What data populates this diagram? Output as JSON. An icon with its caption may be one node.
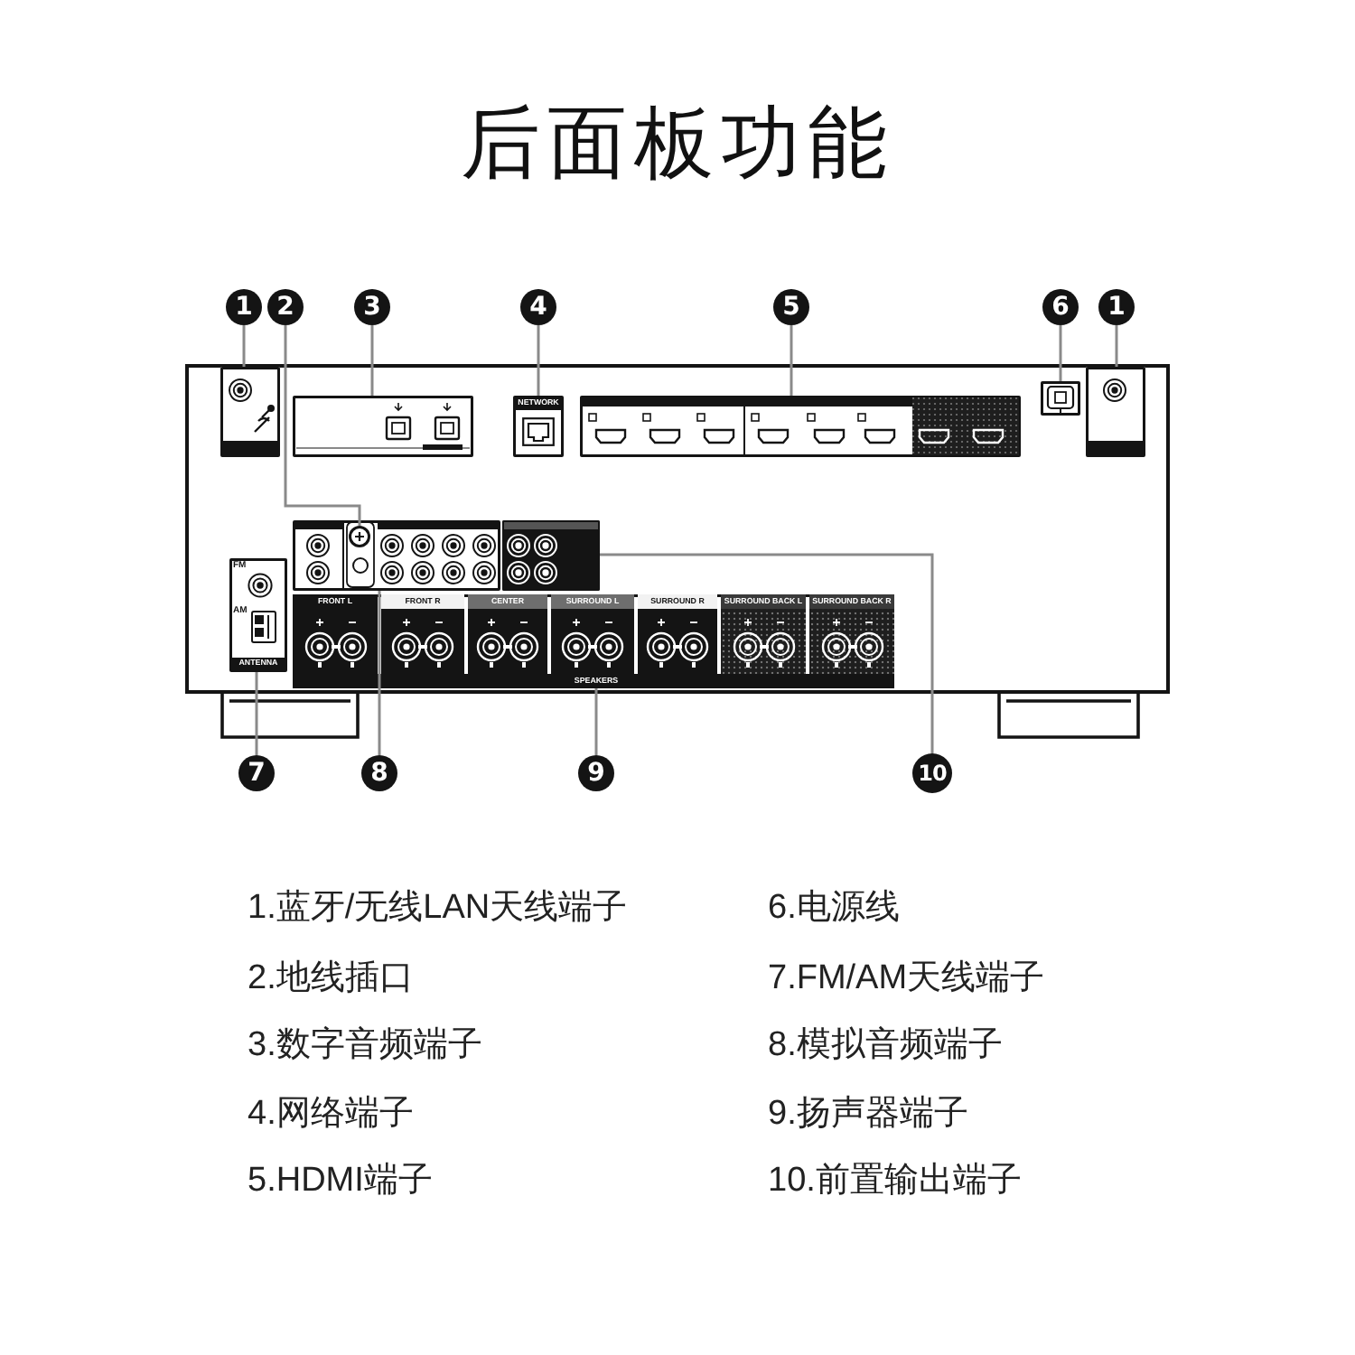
{
  "diagram": {
    "title": "后面板功能",
    "nodes": [
      {
        "text": [
          "1"
        ]
      },
      {
        "text": [
          "2"
        ]
      },
      {
        "text": [
          "3"
        ]
      },
      {
        "text": [
          "4"
        ]
      },
      {
        "text": [
          "5"
        ]
      },
      {
        "text": [
          "6"
        ]
      },
      {
        "text": [
          "1"
        ]
      },
      {
        "text": [],
        "shape": "box"
      },
      {
        "text": [],
        "shape": "box"
      },
      {
        "text": [
          "NETWORK"
        ]
      },
      {
        "text": [],
        "shape": "box"
      },
      {
        "text": [],
        "shape": "box"
      },
      {
        "text": [],
        "shape": "box"
      },
      {
        "text": [
          "FM",
          "AM",
          "ANTENNA"
        ]
      },
      {
        "text": [],
        "shape": "box"
      },
      {
        "text": [],
        "shape": "circle",
        "in": 14
      },
      {
        "text": [],
        "shape": "box"
      },
      {
        "text": [
          "FRONT L",
          "FRONT R",
          "CENTER",
          "SURROUND L",
          "SURROUND R",
          "SURROUND BACK L",
          "SURROUND BACK R",
          "SPEAKERS"
        ]
      },
      {
        "text": [
          "7"
        ]
      },
      {
        "text": [
          "8"
        ]
      },
      {
        "text": [
          "9"
        ]
      },
      {
        "text": [
          "10"
        ]
      }
    ],
    "edges": [
      {
        "from": 0,
        "to": 7,
        "arrow": "none"
      },
      {
        "from": 1,
        "to": 15,
        "arrow": "none"
      },
      {
        "from": 2,
        "to": 8,
        "arrow": "none"
      },
      {
        "from": 3,
        "to": 9,
        "arrow": "none"
      },
      {
        "from": 4,
        "to": 10,
        "arrow": "none"
      },
      {
        "from": 5,
        "to": 11,
        "arrow": "none"
      },
      {
        "from": 6,
        "to": 12,
        "arrow": "none"
      },
      {
        "from": 18,
        "to": 13,
        "arrow": "none"
      },
      {
        "from": 19,
        "to": 14,
        "arrow": "none"
      },
      {
        "from": 20,
        "to": 17,
        "arrow": "none"
      },
      {
        "from": 21,
        "to": 16,
        "arrow": "none"
      }
    ],
    "labels": [
      "1.蓝牙/无线LAN天线端子",
      "2.地线插口",
      "3.数字音频端子",
      "4.网络端子",
      "5.HDMI端子",
      "6.电源线",
      "7.FM/AM天线端子",
      "8.模拟音频端子",
      "9.扬声器端子",
      "10.前置输出端子"
    ]
  }
}
